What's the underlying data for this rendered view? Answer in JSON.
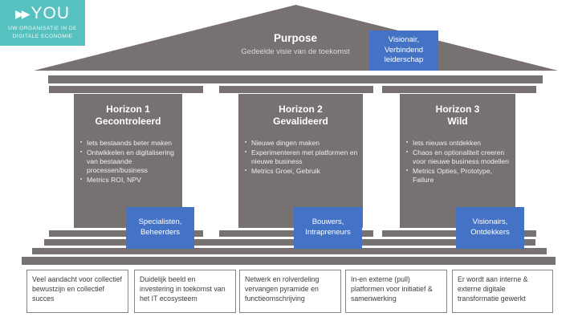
{
  "ui": {
    "bullet_glyph": "▪"
  },
  "colors": {
    "stone_gray": "#777171",
    "accent_blue": "#4472c4",
    "brand_teal": "#57c1bf",
    "text_dark": "#3d3d3d"
  },
  "logo": {
    "arrows": "▶▶",
    "brand": "YOU",
    "tagline_line1": "UW ORGANISATIE IN DE",
    "tagline_line2": "DIGITALE ECONOMIE"
  },
  "pediment": {
    "title": "Purpose",
    "subtitle": "Gedeelde visie van de toekomst",
    "leadership_label": "Visionair, Verbindend leiderschap"
  },
  "pillars": [
    {
      "title": "Horizon 1",
      "subtitle": "Gecontroleerd",
      "bullets": [
        "Iets bestaands beter maken",
        "Ontwikkelen en digitalisering van bestaande processen/business",
        "Metrics ROI, NPV"
      ],
      "role_label": "Specialisten, Beheerders"
    },
    {
      "title": "Horizon 2",
      "subtitle": "Gevalideerd",
      "bullets": [
        "Nieuwe dingen maken",
        "Experimenteren met platformen en nieuwe business",
        "Metrics Groei, Gebruik"
      ],
      "role_label": "Bouwers, Intrapreneurs"
    },
    {
      "title": "Horizon 3",
      "subtitle": "Wild",
      "bullets": [
        "Iets nieuws ontdekken",
        "Chaos en optionaliteit creeren voor nieuwe business modellen",
        "Metrics Opties, Prototype, Failure"
      ],
      "role_label": "Visionairs, Ontdekkers"
    }
  ],
  "foundations": [
    "Veel aandacht voor collectief bewustzijn en collectief succes",
    "Duidelijk beeld en investering in toekomst van het IT ecosysteem",
    "Netwerk en rolverdeling vervangen pyramide en functieomschrijving",
    "In-en externe (pull) platformen voor initiatief & samenwerking",
    "Er wordt aan interne & externe digitale transformatie gewerkt"
  ]
}
